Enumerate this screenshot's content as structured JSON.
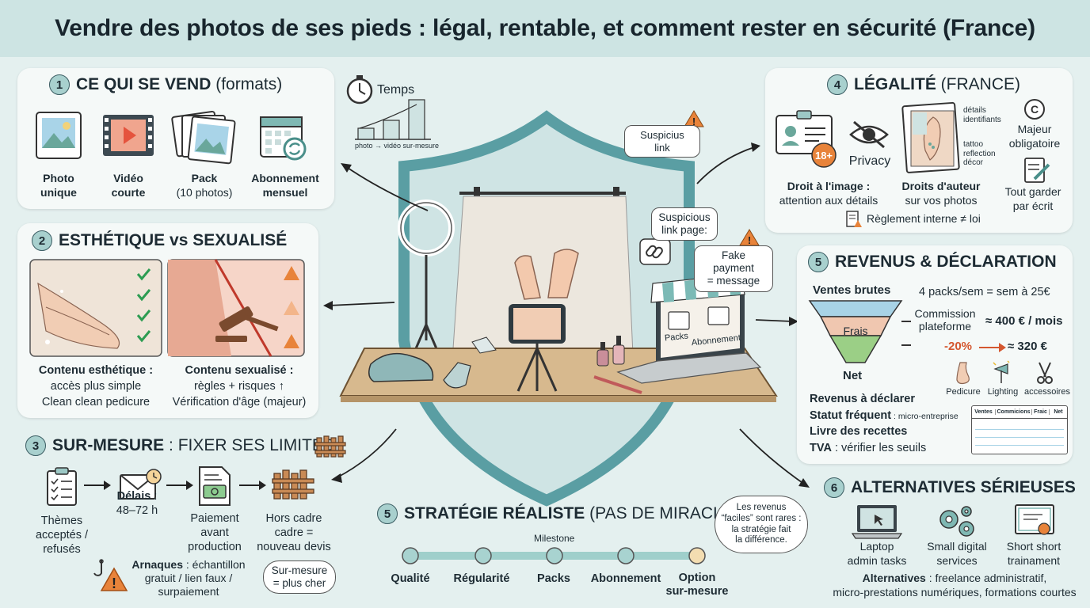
{
  "title": "Vendre des photos de ses pieds : légal, rentable, et comment rester en sécurité (France)",
  "section1": {
    "num": "1",
    "title_bold": "CE QUI SE VEND",
    "title_rest": " (formats)",
    "items": [
      {
        "line1": "Photo",
        "line2": "unique",
        "icon": "photo-icon"
      },
      {
        "line1": "Vidéo",
        "line2": "courte",
        "icon": "video-icon"
      },
      {
        "line1": "Pack",
        "line2": "(10 photos)",
        "icon": "photo-pack-icon"
      },
      {
        "line1": "Abonnement",
        "line2": "mensuel",
        "icon": "calendar-refresh-icon"
      }
    ]
  },
  "time_chart": {
    "label": "Temps",
    "caption": "photo → vidéo sur-mesure"
  },
  "section2": {
    "num": "2",
    "title": "ESTHÉTIQUE vs SEXUALISÉ",
    "left": {
      "title": "Contenu esthétique :",
      "line1": "accès plus simple",
      "line2": "Clean clean pedicure"
    },
    "right": {
      "title": "Contenu sexualisé :",
      "line1": "règles + risques ↑",
      "line2": "Vérification d'âge (majeur)"
    }
  },
  "section3": {
    "num": "3",
    "title_bold": "SUR-MESURE",
    "title_rest": " : FIXER SES LIMITES",
    "steps": [
      {
        "lines": [
          "Thèmes",
          "acceptés /",
          "refusés"
        ]
      },
      {
        "bold": "Délais",
        "rest": " :",
        "line2": "48–72 h"
      },
      {
        "lines": [
          "Paiement",
          "avant",
          "production"
        ]
      },
      {
        "lines": [
          "Hors cadre",
          "cadre =",
          "nouveau devis"
        ]
      }
    ],
    "scam_bold": "Arnaques",
    "scam_rest": " : échantillon",
    "scam_line2": "gratuit / lien faux /",
    "scam_line3": "surpaiement",
    "bubble": [
      "Sur-mesure",
      "= plus cher"
    ]
  },
  "center": {
    "suspicious1": "Suspicius link",
    "suspicious2": [
      "Suspicious",
      "link page:"
    ],
    "fake_payment": [
      "Fake payment",
      "= message"
    ],
    "shop_packs": "Packs",
    "shop_sub": "Abonnement"
  },
  "section4": {
    "num": "4",
    "title_bold": "LÉGALITÉ",
    "title_rest": " (FRANCE)",
    "age": "18+",
    "privacy": "Privacy",
    "notes": [
      "détails",
      "identifiants",
      "tattoo",
      "reflection",
      "décor"
    ],
    "major": [
      "Majeur",
      "obligatoire"
    ],
    "droit_image_bold": "Droit à l'image :",
    "droit_image_sub": "attention aux détails",
    "droit_auteur_bold": "Droits d'auteur",
    "droit_auteur_sub": "sur vos photos",
    "keep": [
      "Tout garder",
      "par écrit"
    ],
    "rules": "Règlement interne ≠ loi"
  },
  "section5a": {
    "num": "5",
    "title": "REVENUS & DÉCLARATION",
    "gross": "Ventes brutes",
    "example": "4 packs/sem = sem à 25€",
    "fees": "Frais",
    "commission": [
      "Commission",
      "plateforme"
    ],
    "monthly": "≈ 400 € / mois",
    "pct": "-20%",
    "after": "≈ 320 €",
    "net": "Net",
    "expenses": [
      "Pedicure",
      "Lighting",
      "accessoires"
    ],
    "decl_title": "Revenus à déclarer",
    "statut_bold": "Statut fréquent",
    "statut_rest": " : micro-entreprise",
    "livre": "Livre des recettes",
    "tva_bold": "TVA",
    "tva_rest": " : vérifier les seuils",
    "table_headers": [
      "Ventes",
      "Commicions",
      "Fraic",
      "Net"
    ]
  },
  "section5b": {
    "num": "5",
    "title_bold": "STRATÉGIE RÉALISTE",
    "title_rest": " (PAS DE MIRACLE)",
    "milestone": "Milestone",
    "steps": [
      "Qualité",
      "Régularité",
      "Packs",
      "Abonnement",
      "Option",
      "sur-mesure"
    ],
    "bubble": [
      "Les revenus",
      "“faciles” sont rares :",
      "la stratégie fait",
      "la différence."
    ]
  },
  "section6": {
    "num": "6",
    "title": "ALTERNATIVES SÉRIEUSES",
    "items": [
      {
        "line1": "Laptop",
        "line2": "admin tasks"
      },
      {
        "line1": "Small digital",
        "line2": "services"
      },
      {
        "line1": "Short short",
        "line2": "trainament"
      }
    ],
    "alt_bold": "Alternatives",
    "alt_rest": " : freelance administratif,",
    "alt_line2": "micro-prestations numériques, formations courtes"
  },
  "colors": {
    "bg": "#e4f0ef",
    "teal": "#5a9ea3",
    "card": "#f5f9f8",
    "warn": "#e8833a"
  }
}
